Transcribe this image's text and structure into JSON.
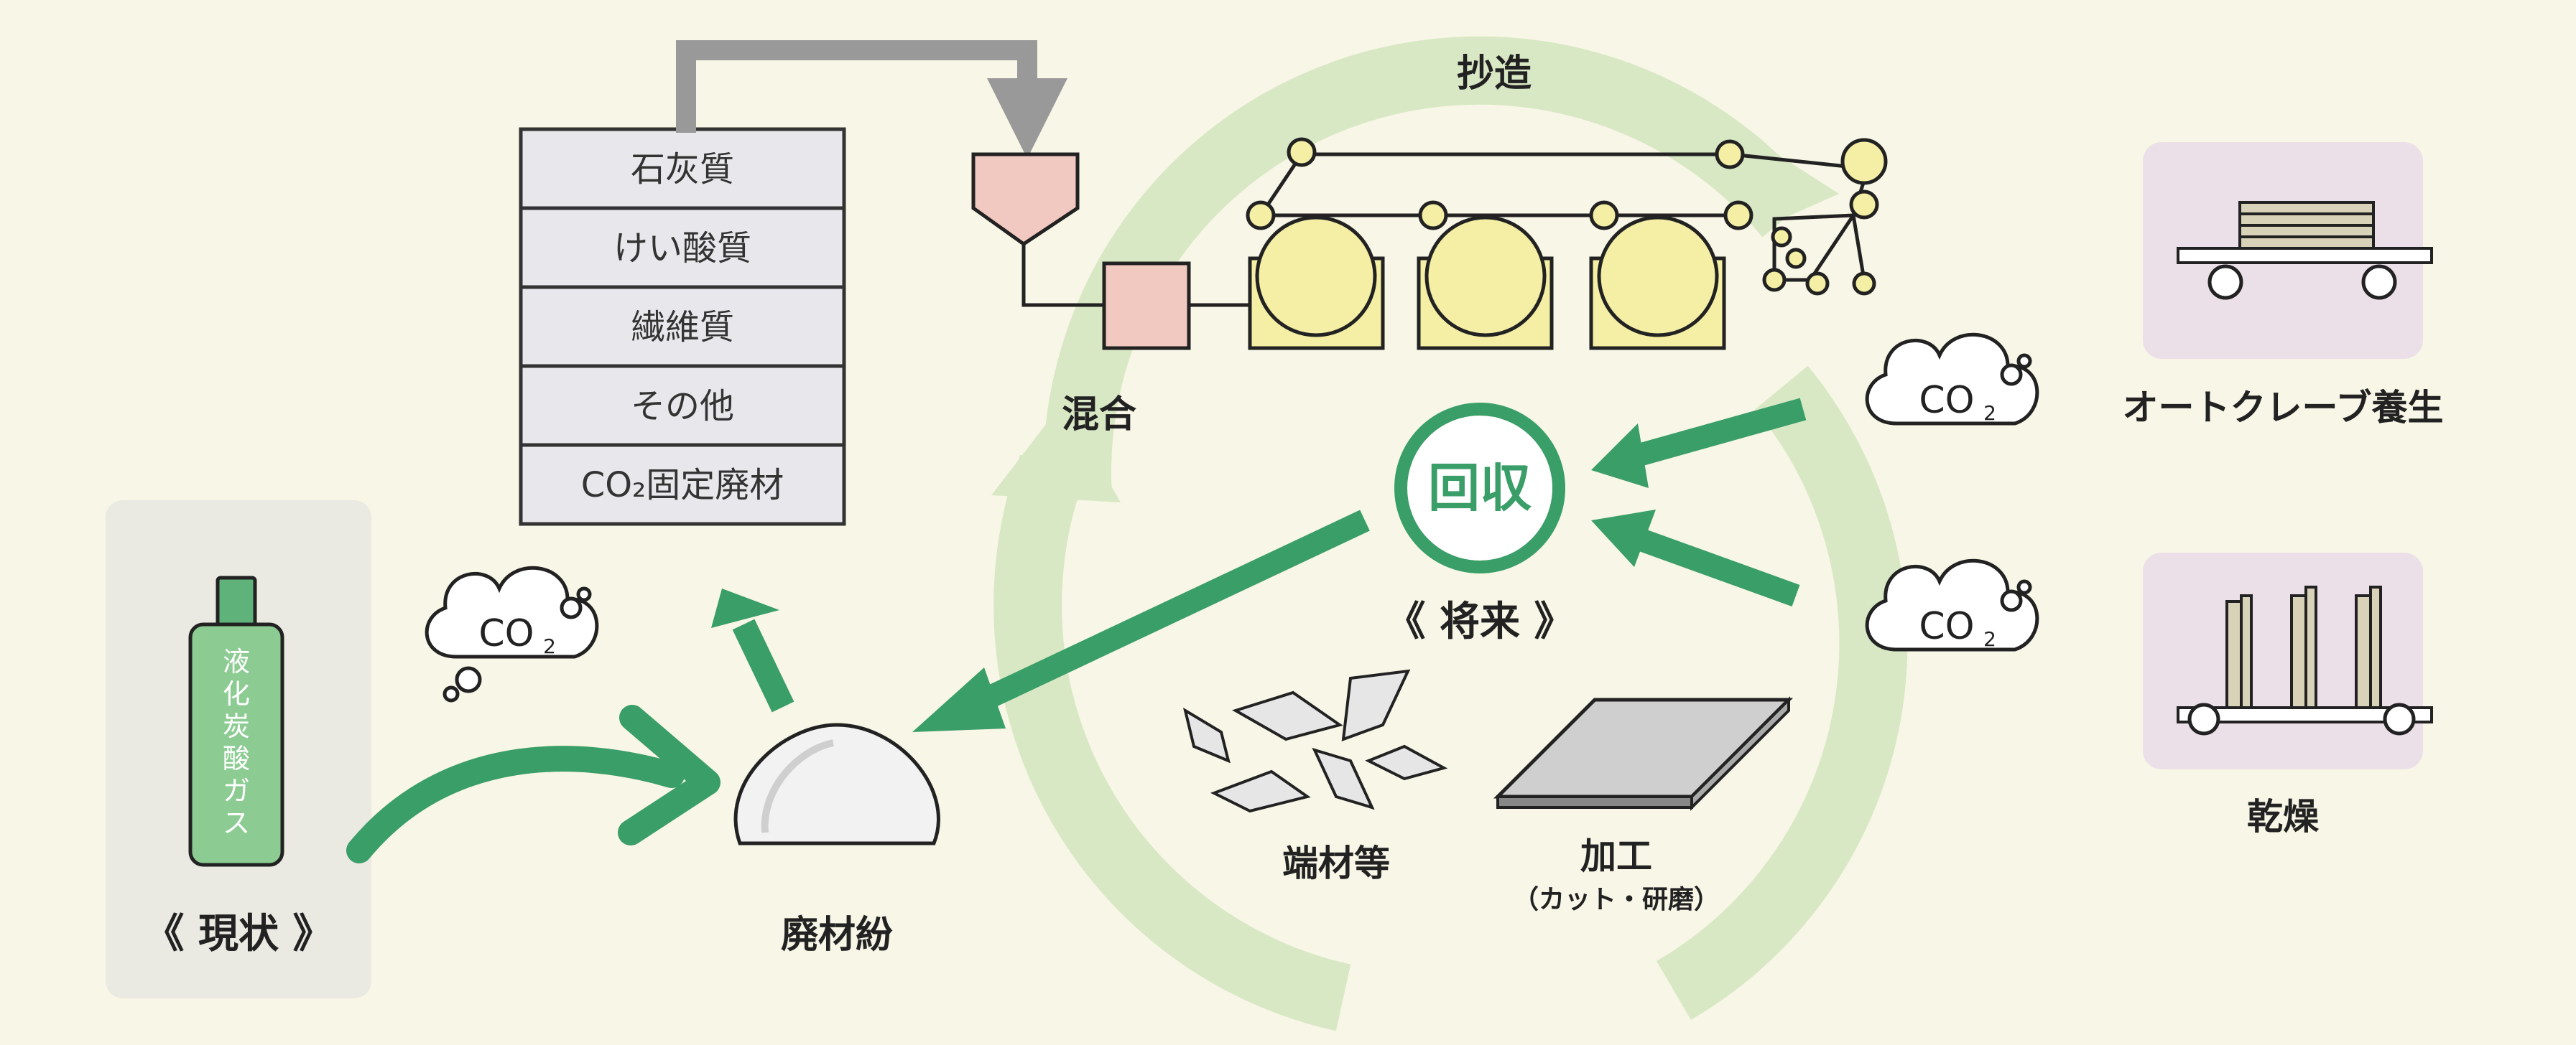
{
  "labels": {
    "top_process": "抄造",
    "mixing": "混合",
    "collection": "回収",
    "future": "《 将来 》",
    "current": "《 現状 》",
    "waste_powder": "廃材紛",
    "offcuts": "端材等",
    "processing": "加工",
    "processing_sub": "（カット・研磨）",
    "autoclave": "オートクレーブ養生",
    "drying": "乾燥",
    "gas_cylinder": [
      "液",
      "化",
      "炭",
      "酸",
      "ガ",
      "ス"
    ]
  },
  "materials": [
    "石灰質",
    "けい酸質",
    "繊維質",
    "その他",
    "CO₂固定廃材"
  ],
  "co2": {
    "main": "CO",
    "sub": "2"
  },
  "colors": {
    "background": "#f8f6e6",
    "green": "#3a9e68",
    "light_green": "#d8e8c4",
    "roller_yellow": "#f4efa4",
    "mixer_pink": "#f2c9c0",
    "panel_gray": "#eae9e2",
    "panel_purple": "#ece0e8"
  },
  "icons": [
    "cloud-icon",
    "gas-cylinder-icon",
    "powder-pile-icon",
    "plate-icon",
    "offcut-shards-icon",
    "autoclave-cart-icon",
    "drying-rack-icon"
  ]
}
